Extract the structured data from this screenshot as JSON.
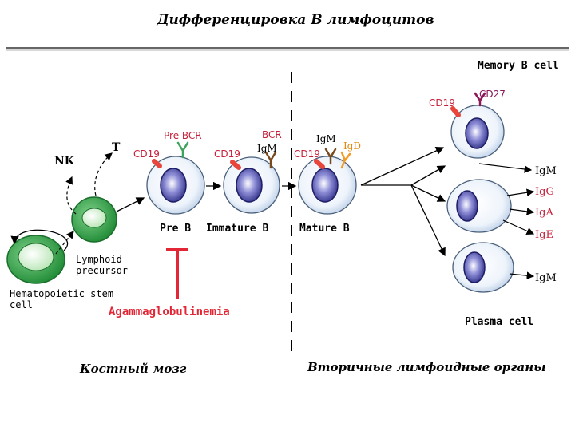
{
  "title": "Дифференцировка В лимфоцитов",
  "labels": {
    "memory_b_cell": "Memory B cell",
    "cd27": "CD27",
    "cd19_memory": "CD19",
    "pre_bcr": "Pre BCR",
    "cd19_pre_b": "CD19",
    "cd19_immature": "CD19",
    "bcr": "BCR",
    "igm_immature": "IgM",
    "igm_mature": "IgM",
    "igd_mature": "IgD",
    "cd19_mature": "CD19",
    "t": "T",
    "nk": "NK",
    "pre_b": "Pre B",
    "immature_b": "Immature B",
    "mature_b": "Mature B",
    "lymphoid_precursor_1": "Lymphoid",
    "lymphoid_precursor_2": "precursor",
    "hsc_1": "Hematopoietic stem",
    "hsc_2": "cell",
    "agammaglobulinemia": "Agammaglobulinemia",
    "plasma_cell": "Plasma cell",
    "igm_memory": "IgM",
    "igg": "IgG",
    "iga": "IgA",
    "ige": "IgE",
    "igm_plasma": "IgM",
    "bone_marrow": "Костный мозг",
    "secondary_organs": "Вторичные лимфоидные органы"
  },
  "colors": {
    "title_underline": "#333333",
    "cd19_marker": "#e8463c",
    "cd27_marker": "#8b1a5a",
    "bcr_green": "#3ea35b",
    "igm_brown": "#7a4a1f",
    "igd_orange": "#f29a21",
    "red_text": "#e32636",
    "green_cell": "#3aa34a",
    "nucleus": "#3a3a9c",
    "cell_bg": "#e9f1fa"
  }
}
